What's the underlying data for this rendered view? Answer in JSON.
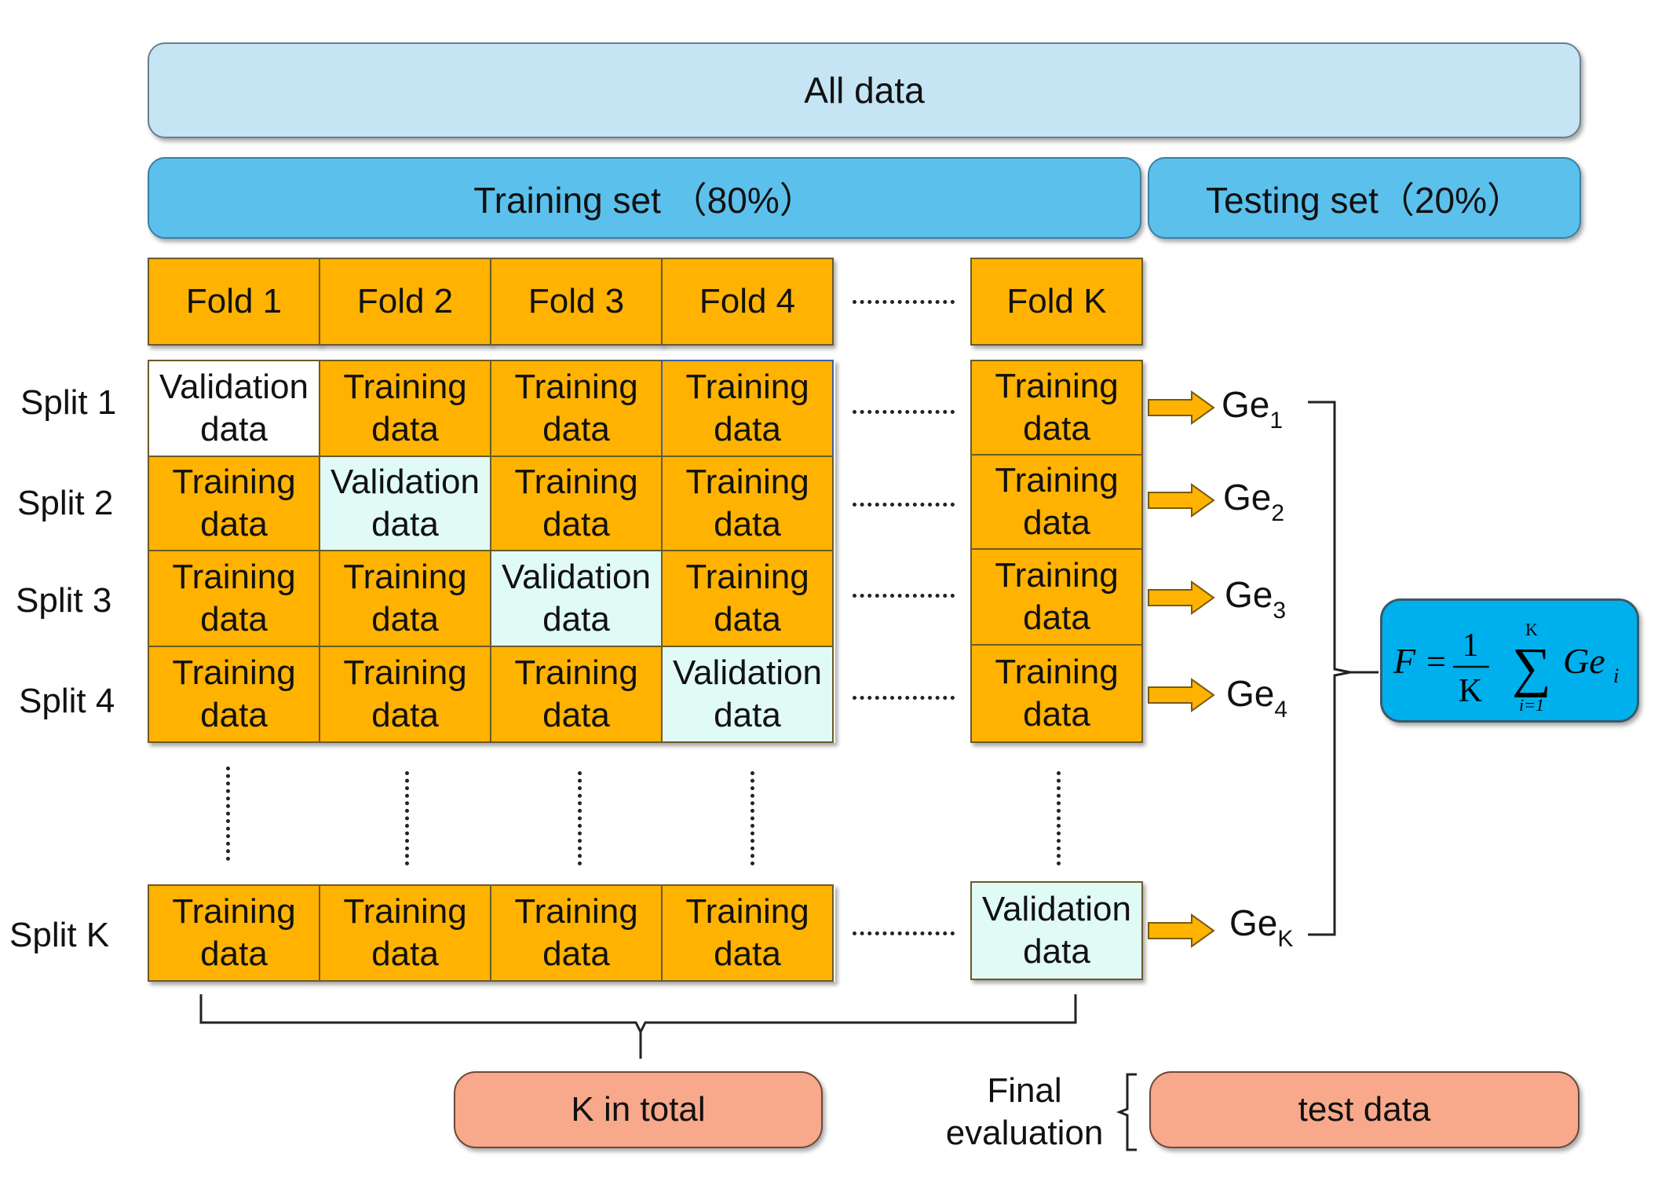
{
  "all_data": "All data",
  "training_set": "Training set （80%）",
  "testing_set": "Testing set（20%）",
  "folds": [
    "Fold 1",
    "Fold 2",
    "Fold 3",
    "Fold 4",
    "Fold K"
  ],
  "splits": [
    "Split 1",
    "Split 2",
    "Split 3",
    "Split 4",
    "Split K"
  ],
  "training_cell": "Training\ndata",
  "validation_cell": "Validation\ndata",
  "ge": {
    "base": "Ge",
    "subs": [
      "1",
      "2",
      "3",
      "4",
      "K"
    ]
  },
  "formula": {
    "F": "F",
    "eq": "=",
    "num": "1",
    "den": "K",
    "sum_top": "K",
    "sum_bottom": "i=1",
    "term": "Ge",
    "term_sub": "i"
  },
  "k_total": "K in total",
  "final_evaluation": "Final\nevaluation",
  "test_data": "test data",
  "colors": {
    "training": "#ffb300",
    "validation": "#e0faf6",
    "all_data": "#c5e5f5",
    "sets": "#5cc0ec",
    "formula": "#00b0ec",
    "pills": "#f8a98b"
  }
}
